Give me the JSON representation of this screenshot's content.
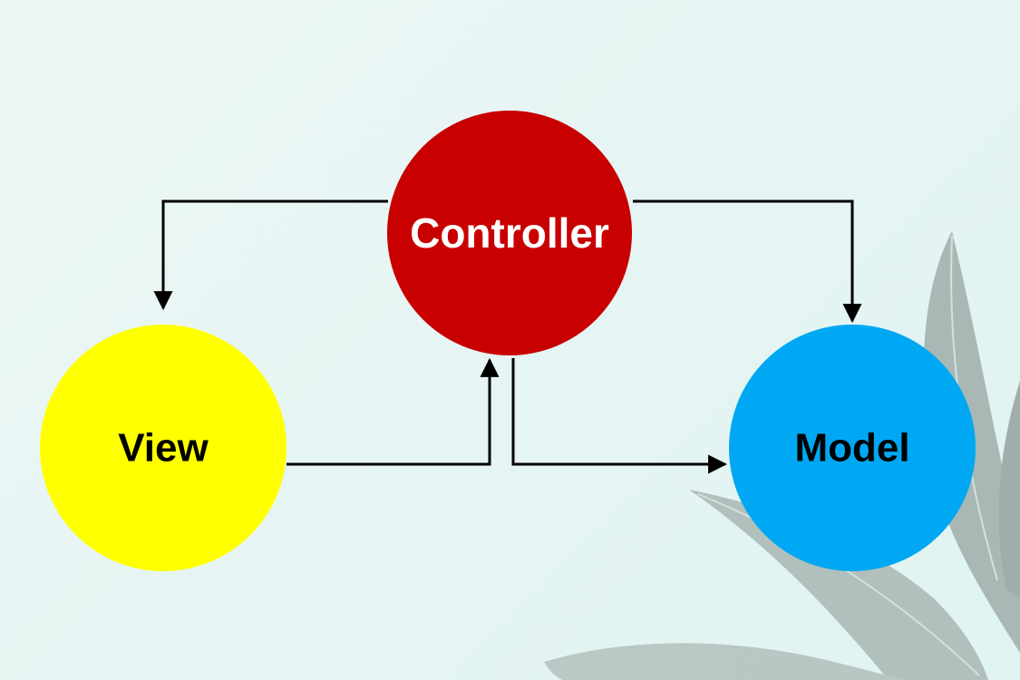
{
  "nodes": {
    "controller": {
      "label": "Controller",
      "fill": "#c80000",
      "text_color": "#ffffff"
    },
    "view": {
      "label": "View",
      "fill": "#ffff00",
      "text_color": "#000000"
    },
    "model": {
      "label": "Model",
      "fill": "#00a8f3",
      "text_color": "#000000"
    }
  },
  "edges": [
    {
      "from": "controller",
      "to": "view"
    },
    {
      "from": "controller",
      "to": "model"
    },
    {
      "from": "view",
      "to": "controller"
    },
    {
      "from": "controller",
      "to": "model"
    }
  ],
  "colors": {
    "background": "#e6f5f3",
    "arrow": "#000000",
    "leaf": "#6f7a76"
  }
}
